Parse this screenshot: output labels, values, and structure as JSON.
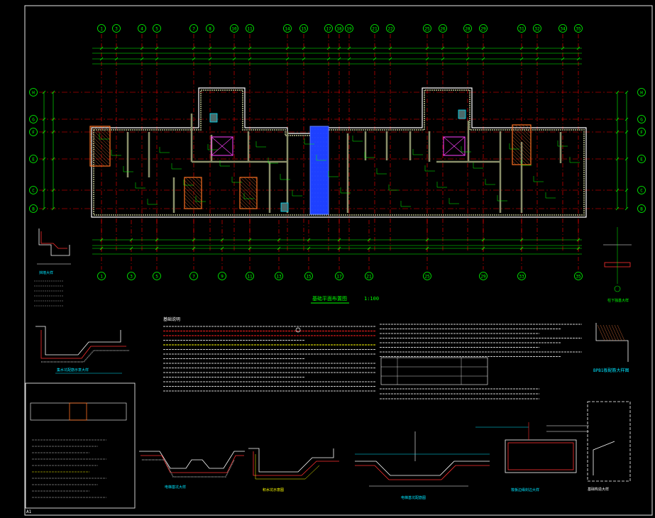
{
  "drawing": {
    "plan_title": "基础平面布置图",
    "plan_scale": "1:100",
    "corner_mark": "A1",
    "colors": {
      "background": "#000000",
      "axis_bubble": "#00ff00",
      "dim": "#00ff00",
      "grid": "#ff0000",
      "wall": "#ffffff",
      "hatch_wall": "#8a8f6a",
      "column": "#ff7020",
      "magenta": "#ff40ff",
      "cyan_leader": "#00e5ff",
      "water_pit": "#1e40ff",
      "text_red": "#ff2020",
      "text_yellow": "#ffff00"
    }
  },
  "axes": {
    "top": [
      "1",
      "3",
      "4",
      "5",
      "7",
      "8",
      "10",
      "11",
      "14",
      "15",
      "17",
      "18",
      "19",
      "21",
      "22",
      "25",
      "26",
      "28",
      "29",
      "31",
      "32",
      "34",
      "35"
    ],
    "bottom": [
      "1",
      "3",
      "5",
      "7",
      "9",
      "11",
      "13",
      "15",
      "17",
      "21",
      "25",
      "29",
      "33",
      "35"
    ],
    "left": [
      "H",
      "G",
      "F",
      "E",
      "C",
      "B"
    ],
    "right": [
      "H",
      "G",
      "F",
      "E",
      "C",
      "B"
    ]
  },
  "details": {
    "wall_detail": "挡墙大样",
    "sump_detail": "集水坑配筋示意大样",
    "pit_detail_a": "电梯基坑大样",
    "pit_detail_b": "积水坑示意图",
    "pit_detail_c": "电梯基坑配筋图",
    "pit_detail_d": "筏板边缘封边大样",
    "bp_detail": "BPB1板配筋大样图",
    "column_detail": "柱下独基大样",
    "side_detail": "基础构造大样"
  },
  "notes_title": "基础说明"
}
